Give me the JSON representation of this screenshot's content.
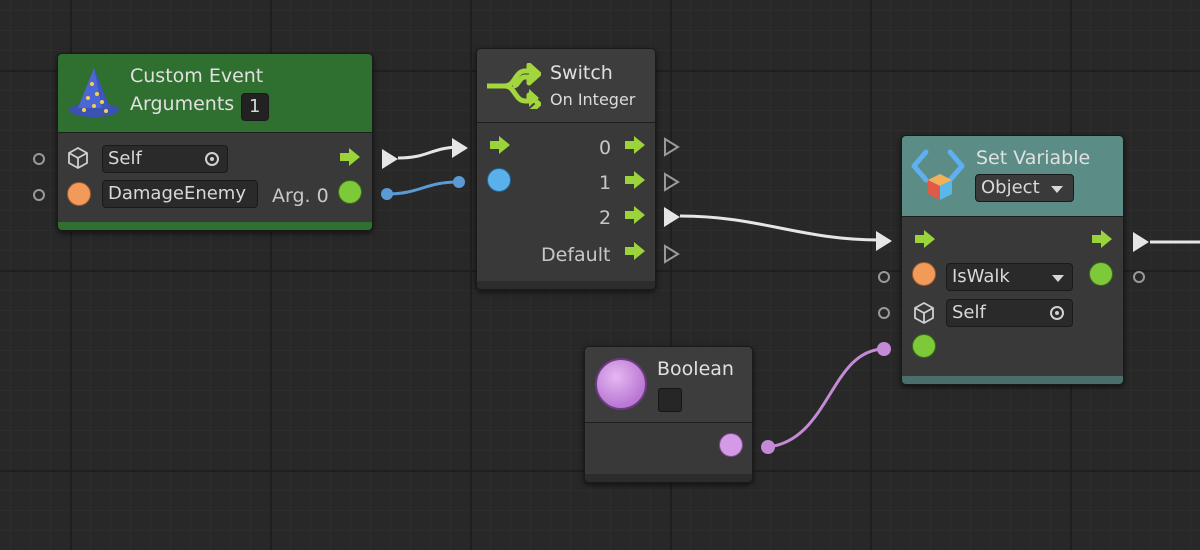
{
  "nodes": {
    "custom_event": {
      "title": "Custom Event",
      "arguments_label": "Arguments",
      "arguments_count": "1",
      "target_value": "Self",
      "name_value": "DamageEnemy",
      "arg_label": "Arg. 0"
    },
    "switch": {
      "title": "Switch",
      "subtitle": "On Integer",
      "cases": [
        "0",
        "1",
        "2",
        "Default"
      ]
    },
    "set_variable": {
      "title": "Set Variable",
      "kind_value": "Object",
      "variable_name": "IsWalk",
      "target_value": "Self"
    },
    "boolean": {
      "title": "Boolean"
    }
  },
  "colors": {
    "event_header": "#2f6f2f",
    "set_variable_header": "#5b8c86",
    "flow_arrow": "#9bd33a",
    "value_green": "#7ec93a",
    "string_orange": "#f29a5a",
    "int_blue": "#5ab0ea",
    "bool_purple": "#d49ae6"
  },
  "icons": {
    "custom_event": "wizard-hat-icon",
    "switch": "branch-arrows-icon",
    "set_variable": "code-brackets-cube-icon",
    "boolean": "purple-sphere-icon"
  }
}
